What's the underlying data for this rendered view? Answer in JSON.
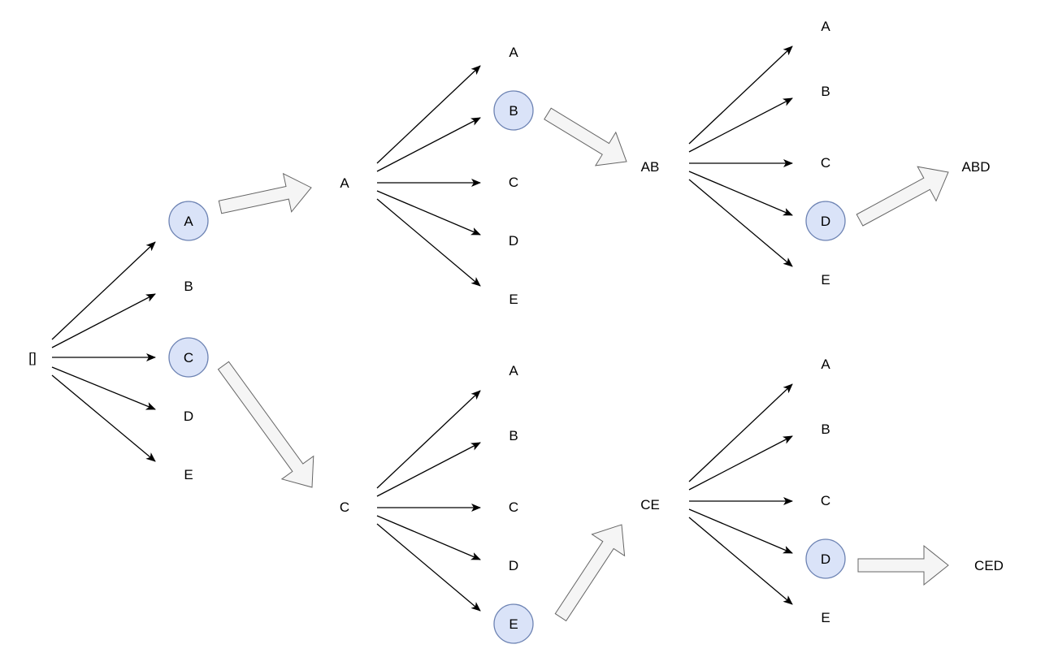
{
  "colors": {
    "background": "#ffffff",
    "edge": "#000000",
    "selected_fill": "#dae3f8",
    "selected_stroke": "#6d83b3",
    "big_arrow_fill": "#f5f5f5",
    "big_arrow_stroke": "#666666"
  },
  "nodes": [
    {
      "id": "root",
      "label": "[]",
      "selected": false
    },
    {
      "id": "l1-a",
      "label": "A",
      "selected": true
    },
    {
      "id": "l1-b",
      "label": "B",
      "selected": false
    },
    {
      "id": "l1-c",
      "label": "C",
      "selected": true
    },
    {
      "id": "l1-d",
      "label": "D",
      "selected": false
    },
    {
      "id": "l1-e",
      "label": "E",
      "selected": false
    },
    {
      "id": "seq-a",
      "label": "A",
      "selected": false
    },
    {
      "id": "seq-c",
      "label": "C",
      "selected": false
    },
    {
      "id": "a-a",
      "label": "A",
      "selected": false
    },
    {
      "id": "a-b",
      "label": "B",
      "selected": true
    },
    {
      "id": "a-c",
      "label": "C",
      "selected": false
    },
    {
      "id": "a-d",
      "label": "D",
      "selected": false
    },
    {
      "id": "a-e",
      "label": "E",
      "selected": false
    },
    {
      "id": "c-a",
      "label": "A",
      "selected": false
    },
    {
      "id": "c-b",
      "label": "B",
      "selected": false
    },
    {
      "id": "c-c",
      "label": "C",
      "selected": false
    },
    {
      "id": "c-d",
      "label": "D",
      "selected": false
    },
    {
      "id": "c-e",
      "label": "E",
      "selected": true
    },
    {
      "id": "seq-ab",
      "label": "AB",
      "selected": false
    },
    {
      "id": "seq-ce",
      "label": "CE",
      "selected": false
    },
    {
      "id": "ab-a",
      "label": "A",
      "selected": false
    },
    {
      "id": "ab-b",
      "label": "B",
      "selected": false
    },
    {
      "id": "ab-c",
      "label": "C",
      "selected": false
    },
    {
      "id": "ab-d",
      "label": "D",
      "selected": true
    },
    {
      "id": "ab-e",
      "label": "E",
      "selected": false
    },
    {
      "id": "ce-a",
      "label": "A",
      "selected": false
    },
    {
      "id": "ce-b",
      "label": "B",
      "selected": false
    },
    {
      "id": "ce-c",
      "label": "C",
      "selected": false
    },
    {
      "id": "ce-d",
      "label": "D",
      "selected": true
    },
    {
      "id": "ce-e",
      "label": "E",
      "selected": false
    },
    {
      "id": "seq-abd",
      "label": "ABD",
      "selected": false
    },
    {
      "id": "seq-ced",
      "label": "CED",
      "selected": false
    }
  ]
}
